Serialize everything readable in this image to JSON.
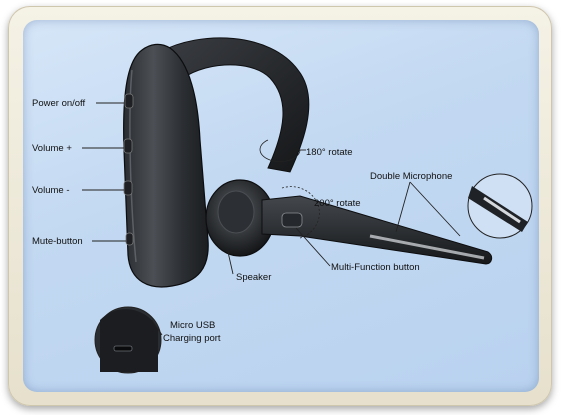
{
  "labels": {
    "power": "Power on/off",
    "volume_up": "Volume +",
    "volume_down": "Volume -",
    "mute": "Mute-button",
    "rotate_180": "180° rotate",
    "rotate_200": "200° rotate",
    "double_mic": "Double Microphone",
    "multi_function": "Multi-Function button",
    "speaker": "Speaker",
    "usb_line1": "Micro USB",
    "usb_line2": "Charging port"
  }
}
